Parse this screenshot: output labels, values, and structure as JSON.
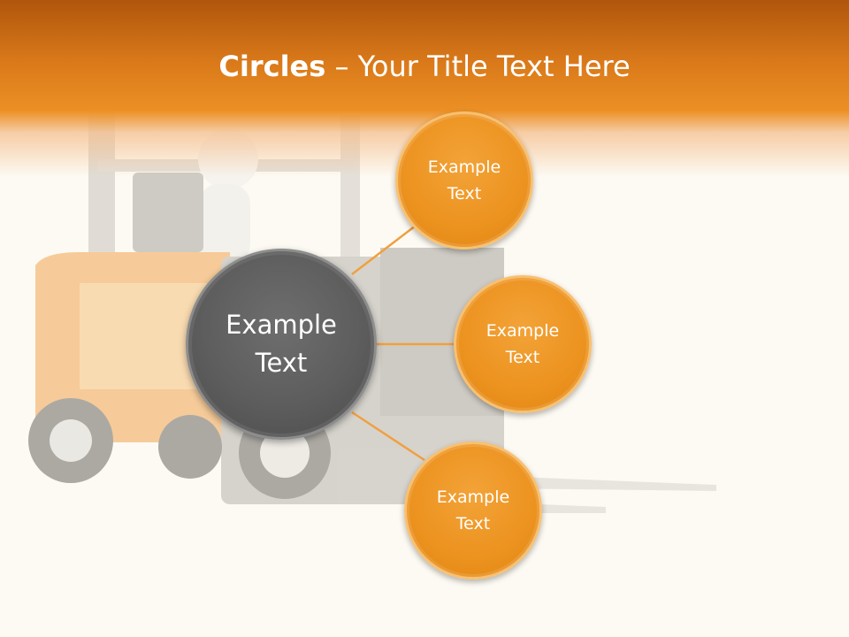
{
  "title": {
    "bold": "Circles",
    "rest": " – Your Title Text Here"
  },
  "center": {
    "line1": "Example",
    "line2": "Text"
  },
  "satellites": [
    {
      "line1": "Example",
      "line2": "Text"
    },
    {
      "line1": "Example",
      "line2": "Text"
    },
    {
      "line1": "Example",
      "line2": "Text"
    }
  ],
  "colors": {
    "header": "#ec9024",
    "background": "#fdfaf3",
    "accent_orange": "#ec921f",
    "center_gray": "#5d5d5d",
    "connector": "#f0a040"
  }
}
